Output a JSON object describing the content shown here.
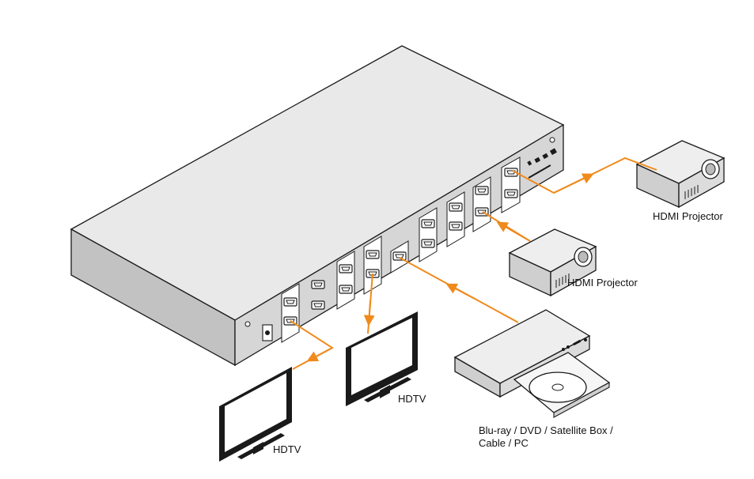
{
  "labels": {
    "projector_top": "HDMI Projector",
    "projector_mid": "HDMI Projector",
    "hdtv_left": "HDTV",
    "hdtv_mid": "HDTV",
    "source_line1": "Blu-ray / DVD / Satellite Box /",
    "source_line2": "Cable / PC"
  },
  "colors": {
    "cable": "#f08a1c",
    "device_top": "#e9e9e9",
    "device_front": "#d2d2d2",
    "device_side": "#bcbcbc",
    "outline": "#1a1a1a"
  }
}
